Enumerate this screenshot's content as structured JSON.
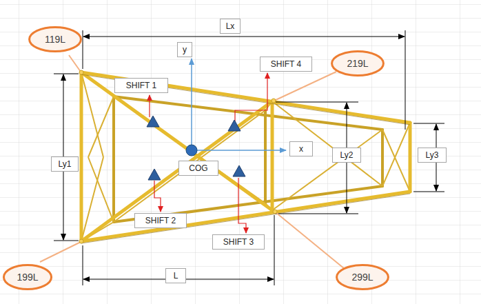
{
  "diagram": {
    "nodes": [
      {
        "text": [
          "119L"
        ]
      },
      {
        "text": [
          "Lx"
        ]
      },
      {
        "text": [
          "y"
        ]
      },
      {
        "text": [
          "SHIFT 1"
        ]
      },
      {
        "text": [
          "SHIFT 4"
        ]
      },
      {
        "text": [
          "219L"
        ]
      },
      {
        "text": [
          "Ly1"
        ]
      },
      {
        "text": [
          "x"
        ]
      },
      {
        "text": [
          "COG"
        ]
      },
      {
        "text": [
          "Ly2"
        ]
      },
      {
        "text": [
          "Ly3"
        ]
      },
      {
        "text": [
          "SHIFT 2"
        ]
      },
      {
        "text": [
          "SHIFT 3"
        ]
      },
      {
        "text": [
          "199L"
        ]
      },
      {
        "text": [
          "L"
        ]
      },
      {
        "text": [
          "299L"
        ]
      }
    ]
  }
}
